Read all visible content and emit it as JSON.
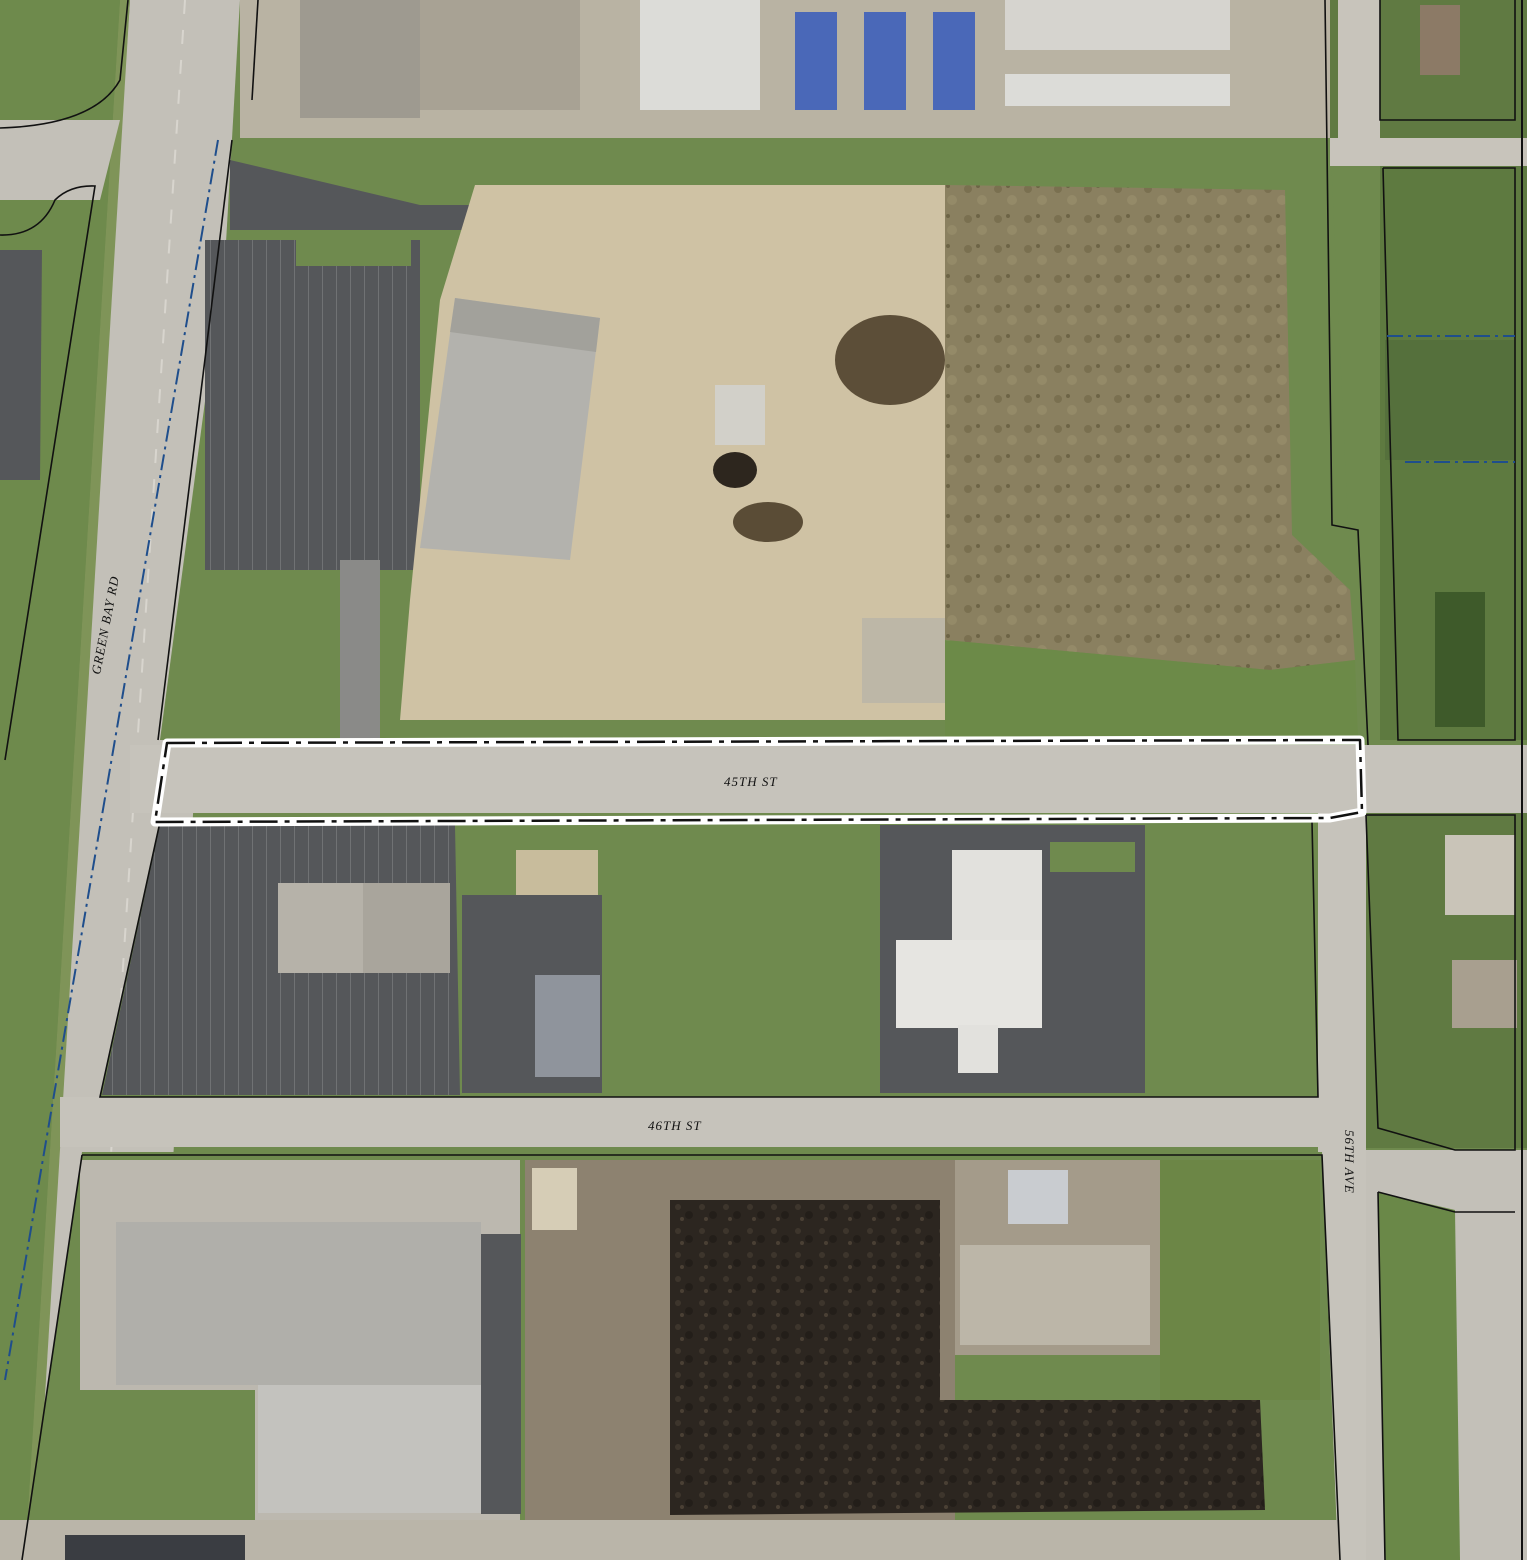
{
  "map": {
    "type": "aerial-parcel-map",
    "labels": {
      "green_bay_rd": "GREEN BAY RD",
      "st_45th": "45TH ST",
      "st_46th": "46TH ST",
      "ave_56th": "56TH AVE"
    },
    "colors": {
      "grass": "#6f8a4e",
      "dry_field": "#8a8060",
      "gravel": "#cfc2a4",
      "pavement": "#c6c3bb",
      "parking": "#55575a",
      "roof": "#b3b2ad",
      "dark_soil": "#2c2620",
      "parcel_line": "#111111",
      "boundary_dash": "#1f4e8c",
      "highlight": "#ffffff"
    },
    "layers": {
      "parcel_lines": true,
      "municipal_boundary": true,
      "vacation_area_highlight": true
    }
  }
}
